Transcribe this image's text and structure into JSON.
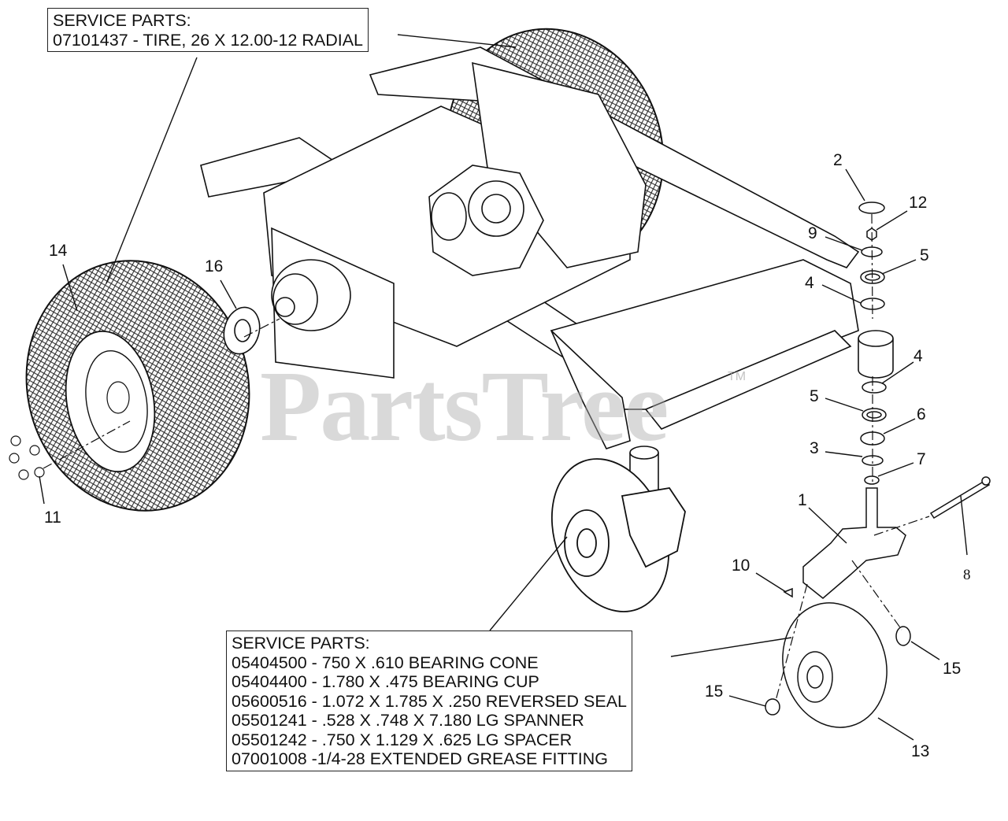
{
  "service_parts_tire": {
    "heading": "SERVICE PARTS:",
    "lines": [
      "07101437 - TIRE, 26 X 12.00-12 RADIAL"
    ]
  },
  "service_parts_caster": {
    "heading": "SERVICE PARTS:",
    "lines": [
      "05404500 - 750 X .610 BEARING CONE",
      "05404400 - 1.780 X .475 BEARING CUP",
      "05600516 - 1.072 X 1.785 X .250 REVERSED SEAL",
      "05501241 - .528 X .748 X 7.180 LG SPANNER",
      "05501242 - .750 X 1.129 X .625 LG SPACER",
      "07001008 -1/4-28 EXTENDED GREASE FITTING"
    ]
  },
  "callouts": {
    "c1": "1",
    "c2": "2",
    "c3": "3",
    "c4a": "4",
    "c4b": "4",
    "c5a": "5",
    "c5b": "5",
    "c6": "6",
    "c7": "7",
    "c8": "8",
    "c9": "9",
    "c10": "10",
    "c11": "11",
    "c12": "12",
    "c13": "13",
    "c14": "14",
    "c15a": "15",
    "c15b": "15",
    "c16": "16"
  },
  "watermark": {
    "text": "PartsTree",
    "tm": "TM"
  }
}
